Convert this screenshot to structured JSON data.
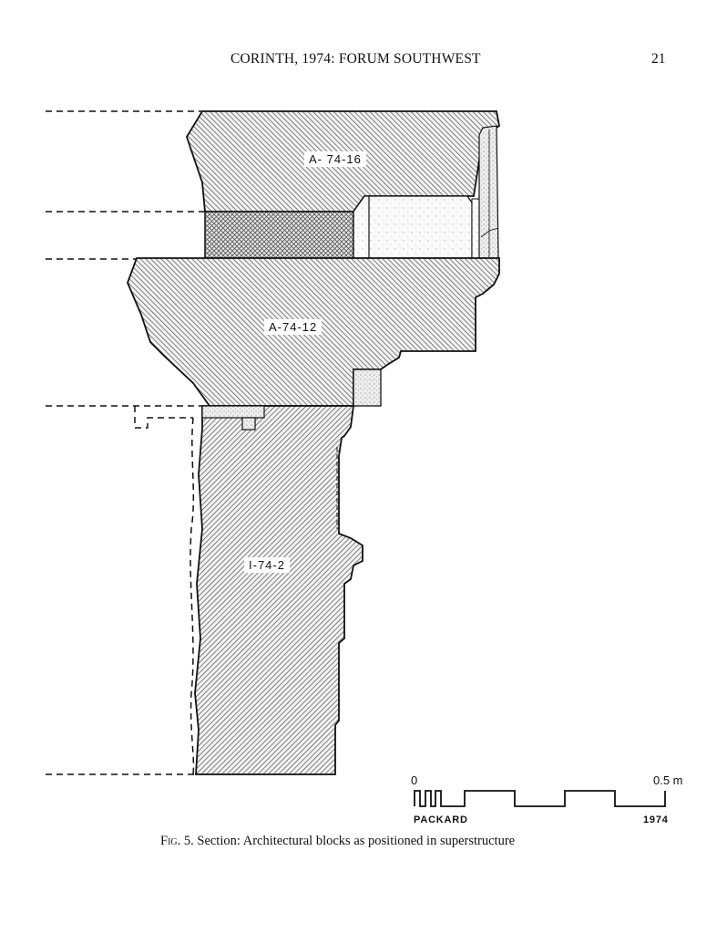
{
  "page": {
    "running_head": "CORINTH, 1974: FORUM SOUTHWEST",
    "page_number": "21"
  },
  "figure": {
    "blocks": [
      {
        "id": "A-74-16",
        "label": "A- 74-16",
        "position": "top"
      },
      {
        "id": "A-74-12",
        "label": "A-74-12",
        "position": "middle"
      },
      {
        "id": "I-74-2",
        "label": "I-74-2",
        "position": "bottom"
      }
    ],
    "scale_bar": {
      "start_label": "0",
      "end_label": "0.5 m",
      "draftsman": "PACKARD",
      "year": "1974"
    },
    "caption": {
      "figure_number": "Fig. 5.",
      "text": "Section: Architectural blocks as positioned in superstructure"
    }
  }
}
